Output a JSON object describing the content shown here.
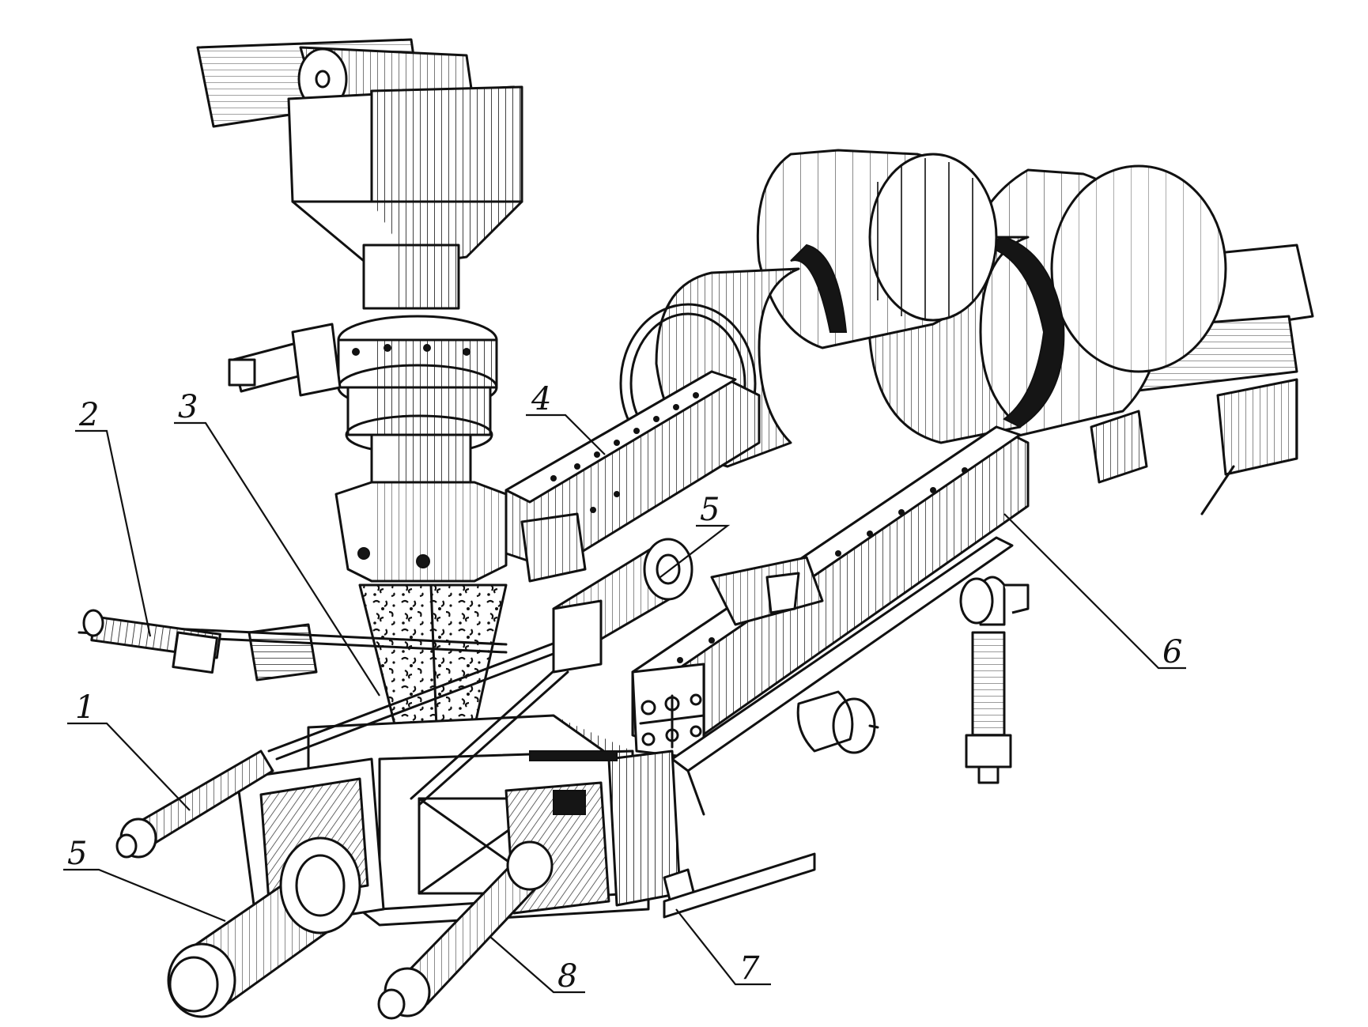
{
  "callouts": [
    {
      "id": "label-1",
      "text": "1"
    },
    {
      "id": "label-2",
      "text": "2"
    },
    {
      "id": "label-3",
      "text": "3"
    },
    {
      "id": "label-4",
      "text": "4"
    },
    {
      "id": "label-5a",
      "text": "5"
    },
    {
      "id": "label-5b",
      "text": "5"
    },
    {
      "id": "label-6",
      "text": "6"
    },
    {
      "id": "label-7",
      "text": "7"
    },
    {
      "id": "label-8",
      "text": "8"
    }
  ]
}
